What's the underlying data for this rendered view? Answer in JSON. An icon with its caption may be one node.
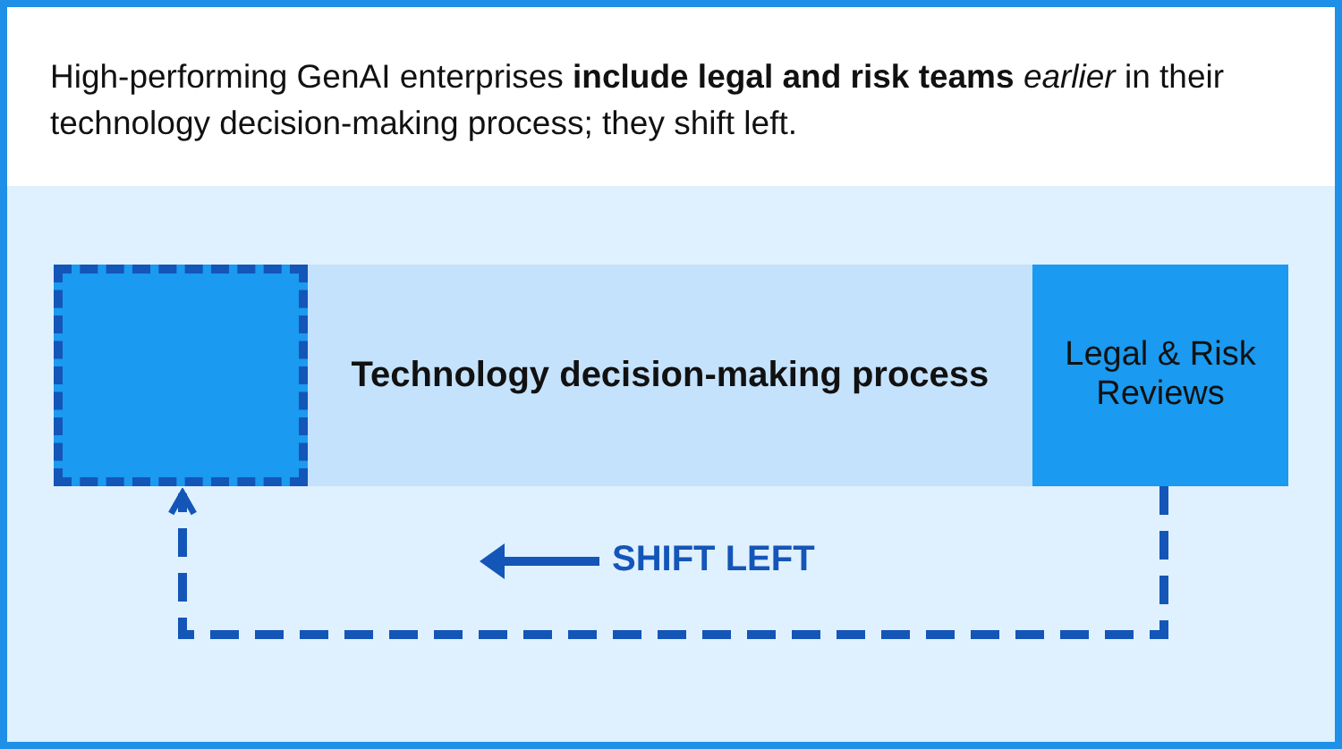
{
  "diagram": {
    "title": "High-performing GenAI enterprises **include legal and risk teams** *earlier* in their technology decision-making process; they shift left.",
    "nodes": [
      {
        "text": [
          "Technology decision-making process"
        ]
      },
      {
        "text": [],
        "shape": "box",
        "in": 0
      },
      {
        "text": [
          "Legal & Risk Reviews"
        ],
        "in": 0
      }
    ],
    "edges": [
      {
        "from": 2,
        "to": 1,
        "arrow": "to",
        "style": "dashed",
        "label": "SHIFT LEFT"
      }
    ]
  }
}
